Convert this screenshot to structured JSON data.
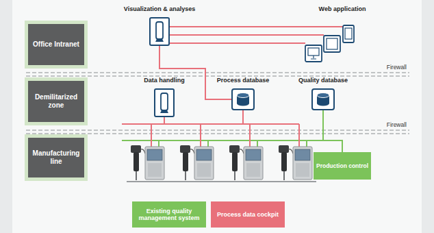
{
  "diagram": {
    "nodes": [
      {
        "text": [
          "Office Intranet"
        ]
      },
      {
        "text": [
          "Visualization & analyses"
        ]
      },
      {
        "text": [
          "Web application"
        ]
      },
      {
        "text": [
          "Demilitarized zone"
        ]
      },
      {
        "text": [
          "Data handling"
        ]
      },
      {
        "text": [
          "Process database"
        ]
      },
      {
        "text": [
          "Quality database"
        ]
      },
      {
        "text": [
          "Manufacturing line"
        ]
      },
      {
        "text": [
          "Production control"
        ]
      }
    ],
    "edges": [
      {
        "from": 1,
        "to": 2,
        "arrow": "none"
      },
      {
        "from": 1,
        "to": 2,
        "arrow": "none"
      },
      {
        "from": 1,
        "to": 2,
        "arrow": "none"
      },
      {
        "from": 1,
        "to": 5,
        "arrow": "none"
      },
      {
        "from": 4,
        "to": 5,
        "arrow": "none"
      },
      {
        "from": 6,
        "to": 8,
        "arrow": "none"
      }
    ],
    "labels": [
      "Firewall",
      "Firewall"
    ],
    "legend": [
      {
        "text": "Existing quality management system",
        "color": "#7cc35a"
      },
      {
        "text": "Process data cockpit",
        "color": "#e8707a"
      }
    ]
  }
}
